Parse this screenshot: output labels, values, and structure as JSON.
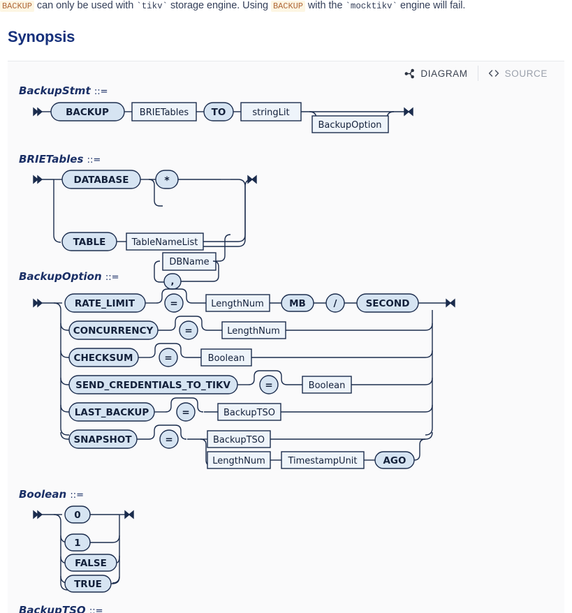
{
  "intro": {
    "before": " can only be used with ",
    "code1": "BACKUP",
    "engine1": "tikv",
    "mid": " storage engine. Using ",
    "code2": "BACKUP",
    "mid2": " with the ",
    "engine2": "mocktikv",
    "after": " engine will fail."
  },
  "heading": "Synopsis",
  "toolbar": {
    "diagram_label": "DIAGRAM",
    "source_label": "SOURCE",
    "diagram_icon": "graph-nodes-icon",
    "source_icon": "code-brackets-icon",
    "active": "DIAGRAM"
  },
  "colors": {
    "terminal_fill": "#d6e4f2",
    "terminal_stroke": "#1b2c4d",
    "nonterminal_fill": "#eef4fa",
    "nonterminal_stroke": "#1b2c4d",
    "line": "#1b2c4d",
    "panel_bg": "#fafafb",
    "heading": "#15307b",
    "rule_title": "#1a2f66"
  },
  "rules": [
    {
      "name": "BackupStmt",
      "def": "::=",
      "nodes": [
        {
          "label": "BACKUP",
          "kind": "terminal"
        },
        {
          "label": "BRIETables",
          "kind": "nonterminal"
        },
        {
          "label": "TO",
          "kind": "terminal"
        },
        {
          "label": "stringLit",
          "kind": "nonterminal"
        },
        {
          "label": "BackupOption",
          "kind": "nonterminal",
          "repeat": true
        }
      ]
    },
    {
      "name": "BRIETables",
      "def": "::=",
      "nodes": [
        {
          "label": "DATABASE",
          "kind": "terminal"
        },
        {
          "label": "*",
          "kind": "terminal"
        },
        {
          "label": "DBName",
          "kind": "nonterminal"
        },
        {
          "label": ",",
          "kind": "terminal"
        },
        {
          "label": "TABLE",
          "kind": "terminal"
        },
        {
          "label": "TableNameList",
          "kind": "nonterminal"
        }
      ]
    },
    {
      "name": "BackupOption",
      "def": "::=",
      "branches": [
        [
          "RATE_LIMIT",
          "=",
          "LengthNum",
          "MB",
          "/",
          "SECOND"
        ],
        [
          "CONCURRENCY",
          "=",
          "LengthNum"
        ],
        [
          "CHECKSUM",
          "=",
          "Boolean"
        ],
        [
          "SEND_CREDENTIALS_TO_TIKV",
          "=",
          "Boolean"
        ],
        [
          "LAST_BACKUP",
          "=",
          "BackupTSO"
        ],
        [
          "SNAPSHOT",
          "=",
          "BackupTSO",
          "LengthNum",
          "TimestampUnit",
          "AGO"
        ]
      ]
    },
    {
      "name": "Boolean",
      "def": "::=",
      "alternatives": [
        "0",
        "1",
        "FALSE",
        "TRUE"
      ]
    },
    {
      "name": "BackupTSO",
      "def": "::=",
      "clipped": true
    }
  ],
  "labels": {
    "BackupStmt": "BackupStmt",
    "BRIETables": "BRIETables",
    "BackupOption": "BackupOption",
    "Boolean": "Boolean",
    "BackupTSO": "BackupTSO",
    "BACKUP": "BACKUP",
    "TO": "TO",
    "stringLit": "stringLit",
    "DATABASE": "DATABASE",
    "star": "*",
    "DBName": "DBName",
    "comma": ",",
    "TABLE": "TABLE",
    "TableNameList": "TableNameList",
    "RATE_LIMIT": "RATE_LIMIT",
    "eq": "=",
    "LengthNum": "LengthNum",
    "MB": "MB",
    "slash": "/",
    "SECOND": "SECOND",
    "CONCURRENCY": "CONCURRENCY",
    "CHECKSUM": "CHECKSUM",
    "SEND_CREDENTIALS_TO_TIKV": "SEND_CREDENTIALS_TO_TIKV",
    "LAST_BACKUP": "LAST_BACKUP",
    "BackupTSOnode": "BackupTSO",
    "SNAPSHOT": "SNAPSHOT",
    "TimestampUnit": "TimestampUnit",
    "AGO": "AGO",
    "zero": "0",
    "one": "1",
    "FALSE": "FALSE",
    "TRUE": "TRUE",
    "ns": "::="
  }
}
